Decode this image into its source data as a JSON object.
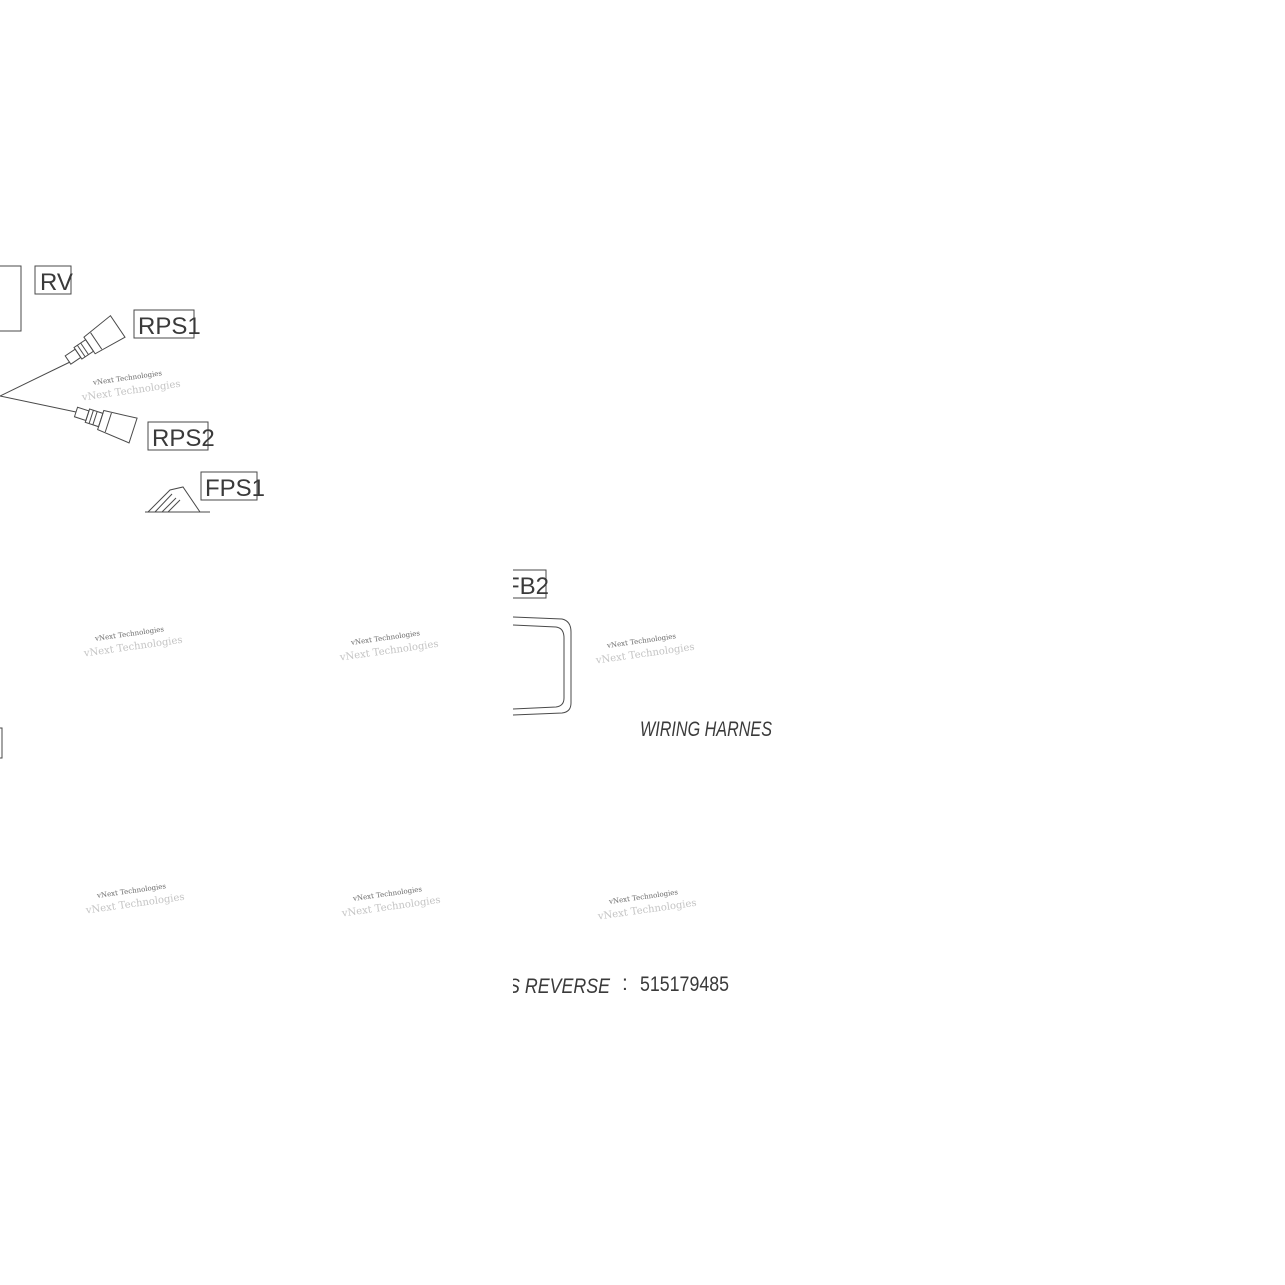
{
  "labels": {
    "rv": "RV",
    "rps1": "RPS1",
    "rps2": "RPS2",
    "fps1": "FPS1",
    "fb2": "FB2"
  },
  "notes": {
    "wiring_harness": "WIRING HARNES",
    "reverse_prefix": "S  REVERSE",
    "separator": ":",
    "part_number": "515179485"
  },
  "watermark": {
    "line1": "vNext Technologies",
    "line2": "vNext Technologies"
  }
}
